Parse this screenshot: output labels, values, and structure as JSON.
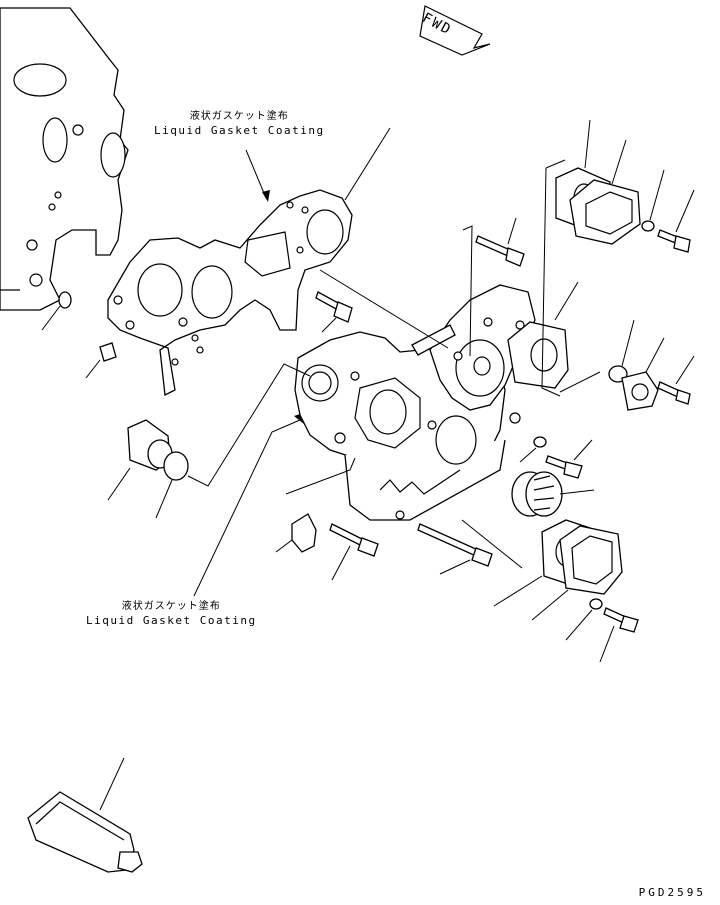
{
  "direction_marker": {
    "text": "FWD"
  },
  "callouts": [
    {
      "jp": "液状ガスケット塗布",
      "en": "Liquid Gasket Coating"
    },
    {
      "jp": "液状ガスケット塗布",
      "en": "Liquid Gasket Coating"
    }
  ],
  "drawing_code": "PGD2595"
}
